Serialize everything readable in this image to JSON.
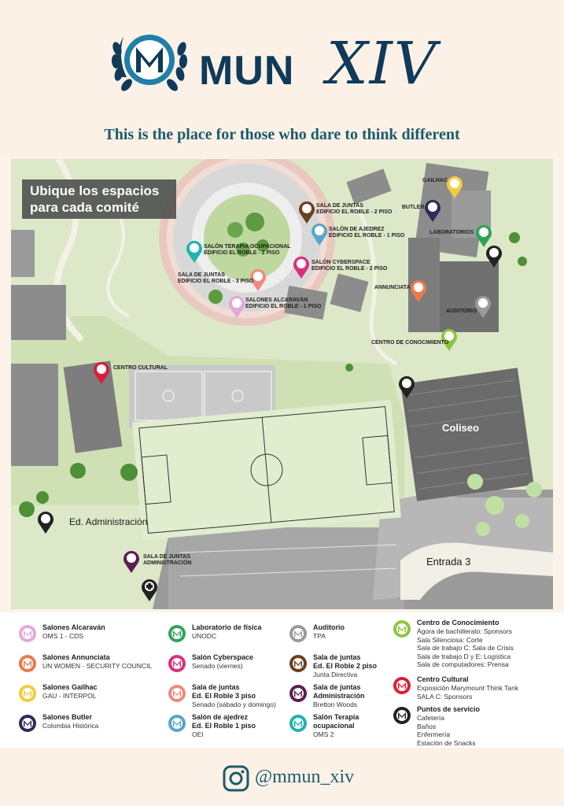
{
  "header": {
    "brand_mun": "MUN",
    "brand_edition": "XIV",
    "tagline": "This is the place for those who dare to think different"
  },
  "map": {
    "title": "Ubique los espacios para cada comité",
    "labels": {
      "centro_cultural": "CENTRO CULTURAL",
      "ed_administracion": "Ed. Administración",
      "sala_juntas_admin": "SALA DE JUNTAS\nADMINISTRACIÓN",
      "coliseo": "Coliseo",
      "entrada": "Entrada 3",
      "gailhac": "GAILHAC",
      "butler": "BUTLER",
      "laboratorios": "LABORATORIOS",
      "annunciata": "ANNUNCIATA",
      "auditorio": "AUDITORIO",
      "centro_conocimiento": "CENTRO DE CONOCIMIENTO",
      "sala_juntas_roble2": "SALA DE JUNTAS\nEDIFICIO EL ROBLE - 2 PISO",
      "salon_ajedrez": "SALÓN DE AJEDREZ\nEDIFICIO EL ROBLE - 1 PISO",
      "salon_terapia": "SALÓN TERAPIA OCUPACIONAL\nEDIFICIO EL ROBLE - 2 PISO",
      "salon_cyberspace": "SALÓN CYBERSPACE\nEDIFICIO EL ROBLE - 2 PISO",
      "sala_juntas_roble3": "SALA DE JUNTAS\nEDIFICIO EL ROBLE - 3 PISO",
      "salones_alcaravan": "SALONES ALCARAVÁN\nEDIFICIO EL ROBLE - 1 PISO"
    }
  },
  "legend": {
    "items": [
      {
        "title": "Salones Alcaraván",
        "sub": [
          "OMS 1 - CDS"
        ],
        "color": "#e2a9d8"
      },
      {
        "title": "Salones Annunciata",
        "sub": [
          "UN WOMEN - SECURITY COUNCIL"
        ],
        "color": "#ea7a4a"
      },
      {
        "title": "Salones Gailhac",
        "sub": [
          "GAU - INTERPOL"
        ],
        "color": "#f2cd3a"
      },
      {
        "title": "Salones Butler",
        "sub": [
          "Colombia Histórica"
        ],
        "color": "#2f2a5a"
      },
      {
        "title": "Laboratorio de física",
        "sub": [
          "UNODC"
        ],
        "color": "#2fa35a"
      },
      {
        "title": "Salón Cyberspace",
        "sub": [
          "Senado (viernes)"
        ],
        "color": "#d9307e"
      },
      {
        "title": "Sala de juntas\nEd. El Roble 3 piso",
        "sub": [
          "Senado (sábado y domingo)"
        ],
        "color": "#f08a80"
      },
      {
        "title": "Salón de ajedrez\nEd. El Roble 1 piso",
        "sub": [
          "OEI"
        ],
        "color": "#5aa6c8"
      },
      {
        "title": "Auditorio",
        "sub": [
          "TPA"
        ],
        "color": "#9a9a9a"
      },
      {
        "title": "Sala de juntas\nEd. El Roble 2 piso",
        "sub": [
          "Junta Directiva"
        ],
        "color": "#6a3f1f"
      },
      {
        "title": "Sala de juntas\nAdministración",
        "sub": [
          "Bretton Woods"
        ],
        "color": "#5a1f4f"
      },
      {
        "title": "Salón Terapia\nocupacional",
        "sub": [
          "OMS 2"
        ],
        "color": "#1eb3b0"
      },
      {
        "title": "Centro de Conocimiento",
        "sub": [
          "Ágora de bachillerato: Sponsors",
          "Sala Silenciosa: Corte",
          "Sala de trabajo C: Sala de Crisis",
          "Sala de trabajo D y E: Logística",
          "Sala de computadores: Prensa"
        ],
        "color": "#8cc63e"
      },
      {
        "title": "Centro Cultural",
        "sub": [
          "Exposición Marymount Think Tank",
          "SALA C: Sponsors"
        ],
        "color": "#d81f3a"
      },
      {
        "title": "Puntos de servicio",
        "sub": [
          "Cafetería",
          "Baños",
          "Enfermería",
          "Estación de Snacks"
        ],
        "color": "#222222"
      }
    ]
  },
  "footer": {
    "handle": "@mmun_xiv"
  },
  "colors": {
    "brand": "#0f3a5a",
    "tagline": "#1c5a6b",
    "grass": "#dde8c9",
    "field": "#e4eed4",
    "building": "#8c8c8c"
  }
}
